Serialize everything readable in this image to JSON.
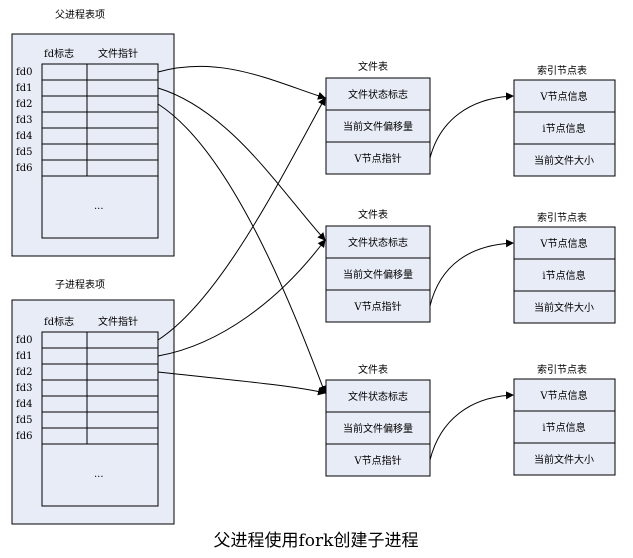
{
  "caption": "父进程使用fork创建子进程",
  "process_tables": [
    {
      "title": "父进程表项",
      "col_fd": "fd标志",
      "col_ptr": "文件指针",
      "fds": [
        "fd0",
        "fd1",
        "fd2",
        "fd3",
        "fd4",
        "fd5",
        "fd6"
      ],
      "ellipsis": "..."
    },
    {
      "title": "子进程表项",
      "col_fd": "fd标志",
      "col_ptr": "文件指针",
      "fds": [
        "fd0",
        "fd1",
        "fd2",
        "fd3",
        "fd4",
        "fd5",
        "fd6"
      ],
      "ellipsis": "..."
    }
  ],
  "file_tables": [
    {
      "title": "文件表",
      "rows": [
        "文件状态标志",
        "当前文件偏移量",
        "V节点指针"
      ]
    },
    {
      "title": "文件表",
      "rows": [
        "文件状态标志",
        "当前文件偏移量",
        "V节点指针"
      ]
    },
    {
      "title": "文件表",
      "rows": [
        "文件状态标志",
        "当前文件偏移量",
        "V节点指针"
      ]
    }
  ],
  "inode_tables": [
    {
      "title": "索引节点表",
      "rows": [
        "V节点信息",
        "i节点信息",
        "当前文件大小"
      ]
    },
    {
      "title": "索引节点表",
      "rows": [
        "V节点信息",
        "i节点信息",
        "当前文件大小"
      ]
    },
    {
      "title": "索引节点表",
      "rows": [
        "V节点信息",
        "i节点信息",
        "当前文件大小"
      ]
    }
  ]
}
